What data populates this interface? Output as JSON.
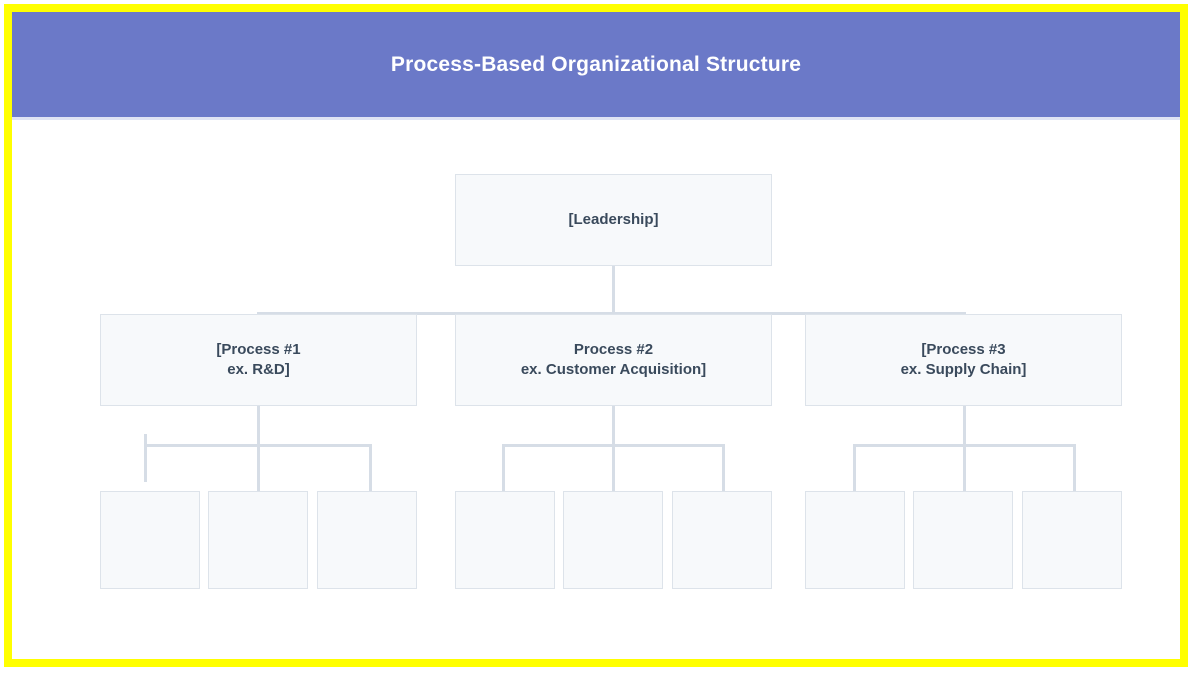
{
  "slide": {
    "border_color": "#ffff00",
    "background": "#ffffff"
  },
  "header": {
    "title": "Process-Based Organizational Structure",
    "background": "#6b79c8",
    "text_color": "#ffffff"
  },
  "theme": {
    "node_fill": "#f7f9fb",
    "node_border": "#dde3ea",
    "node_text": "#3a4a5c",
    "connector": "#d6dde6"
  },
  "chart_data": {
    "type": "org-chart",
    "title": "Process-Based Organizational Structure",
    "root": {
      "label": "[Leadership]"
    },
    "branches": [
      {
        "label": "[Process #1\nex. R&D]",
        "children": [
          "",
          "",
          ""
        ]
      },
      {
        "label": "Process #2\nex. Customer Acquisition]",
        "children": [
          "",
          "",
          ""
        ]
      },
      {
        "label": "[Process #3\nex. Supply Chain]",
        "children": [
          "",
          "",
          ""
        ]
      }
    ]
  },
  "nodes": {
    "leadership": "[Leadership]",
    "process1": "[Process #1\nex. R&D]",
    "process2": "Process #2\nex. Customer Acquisition]",
    "process3": "[Process #3\nex. Supply Chain]",
    "leaf_1_1": "",
    "leaf_1_2": "",
    "leaf_1_3": "",
    "leaf_2_1": "",
    "leaf_2_2": "",
    "leaf_2_3": "",
    "leaf_3_1": "",
    "leaf_3_2": "",
    "leaf_3_3": ""
  }
}
